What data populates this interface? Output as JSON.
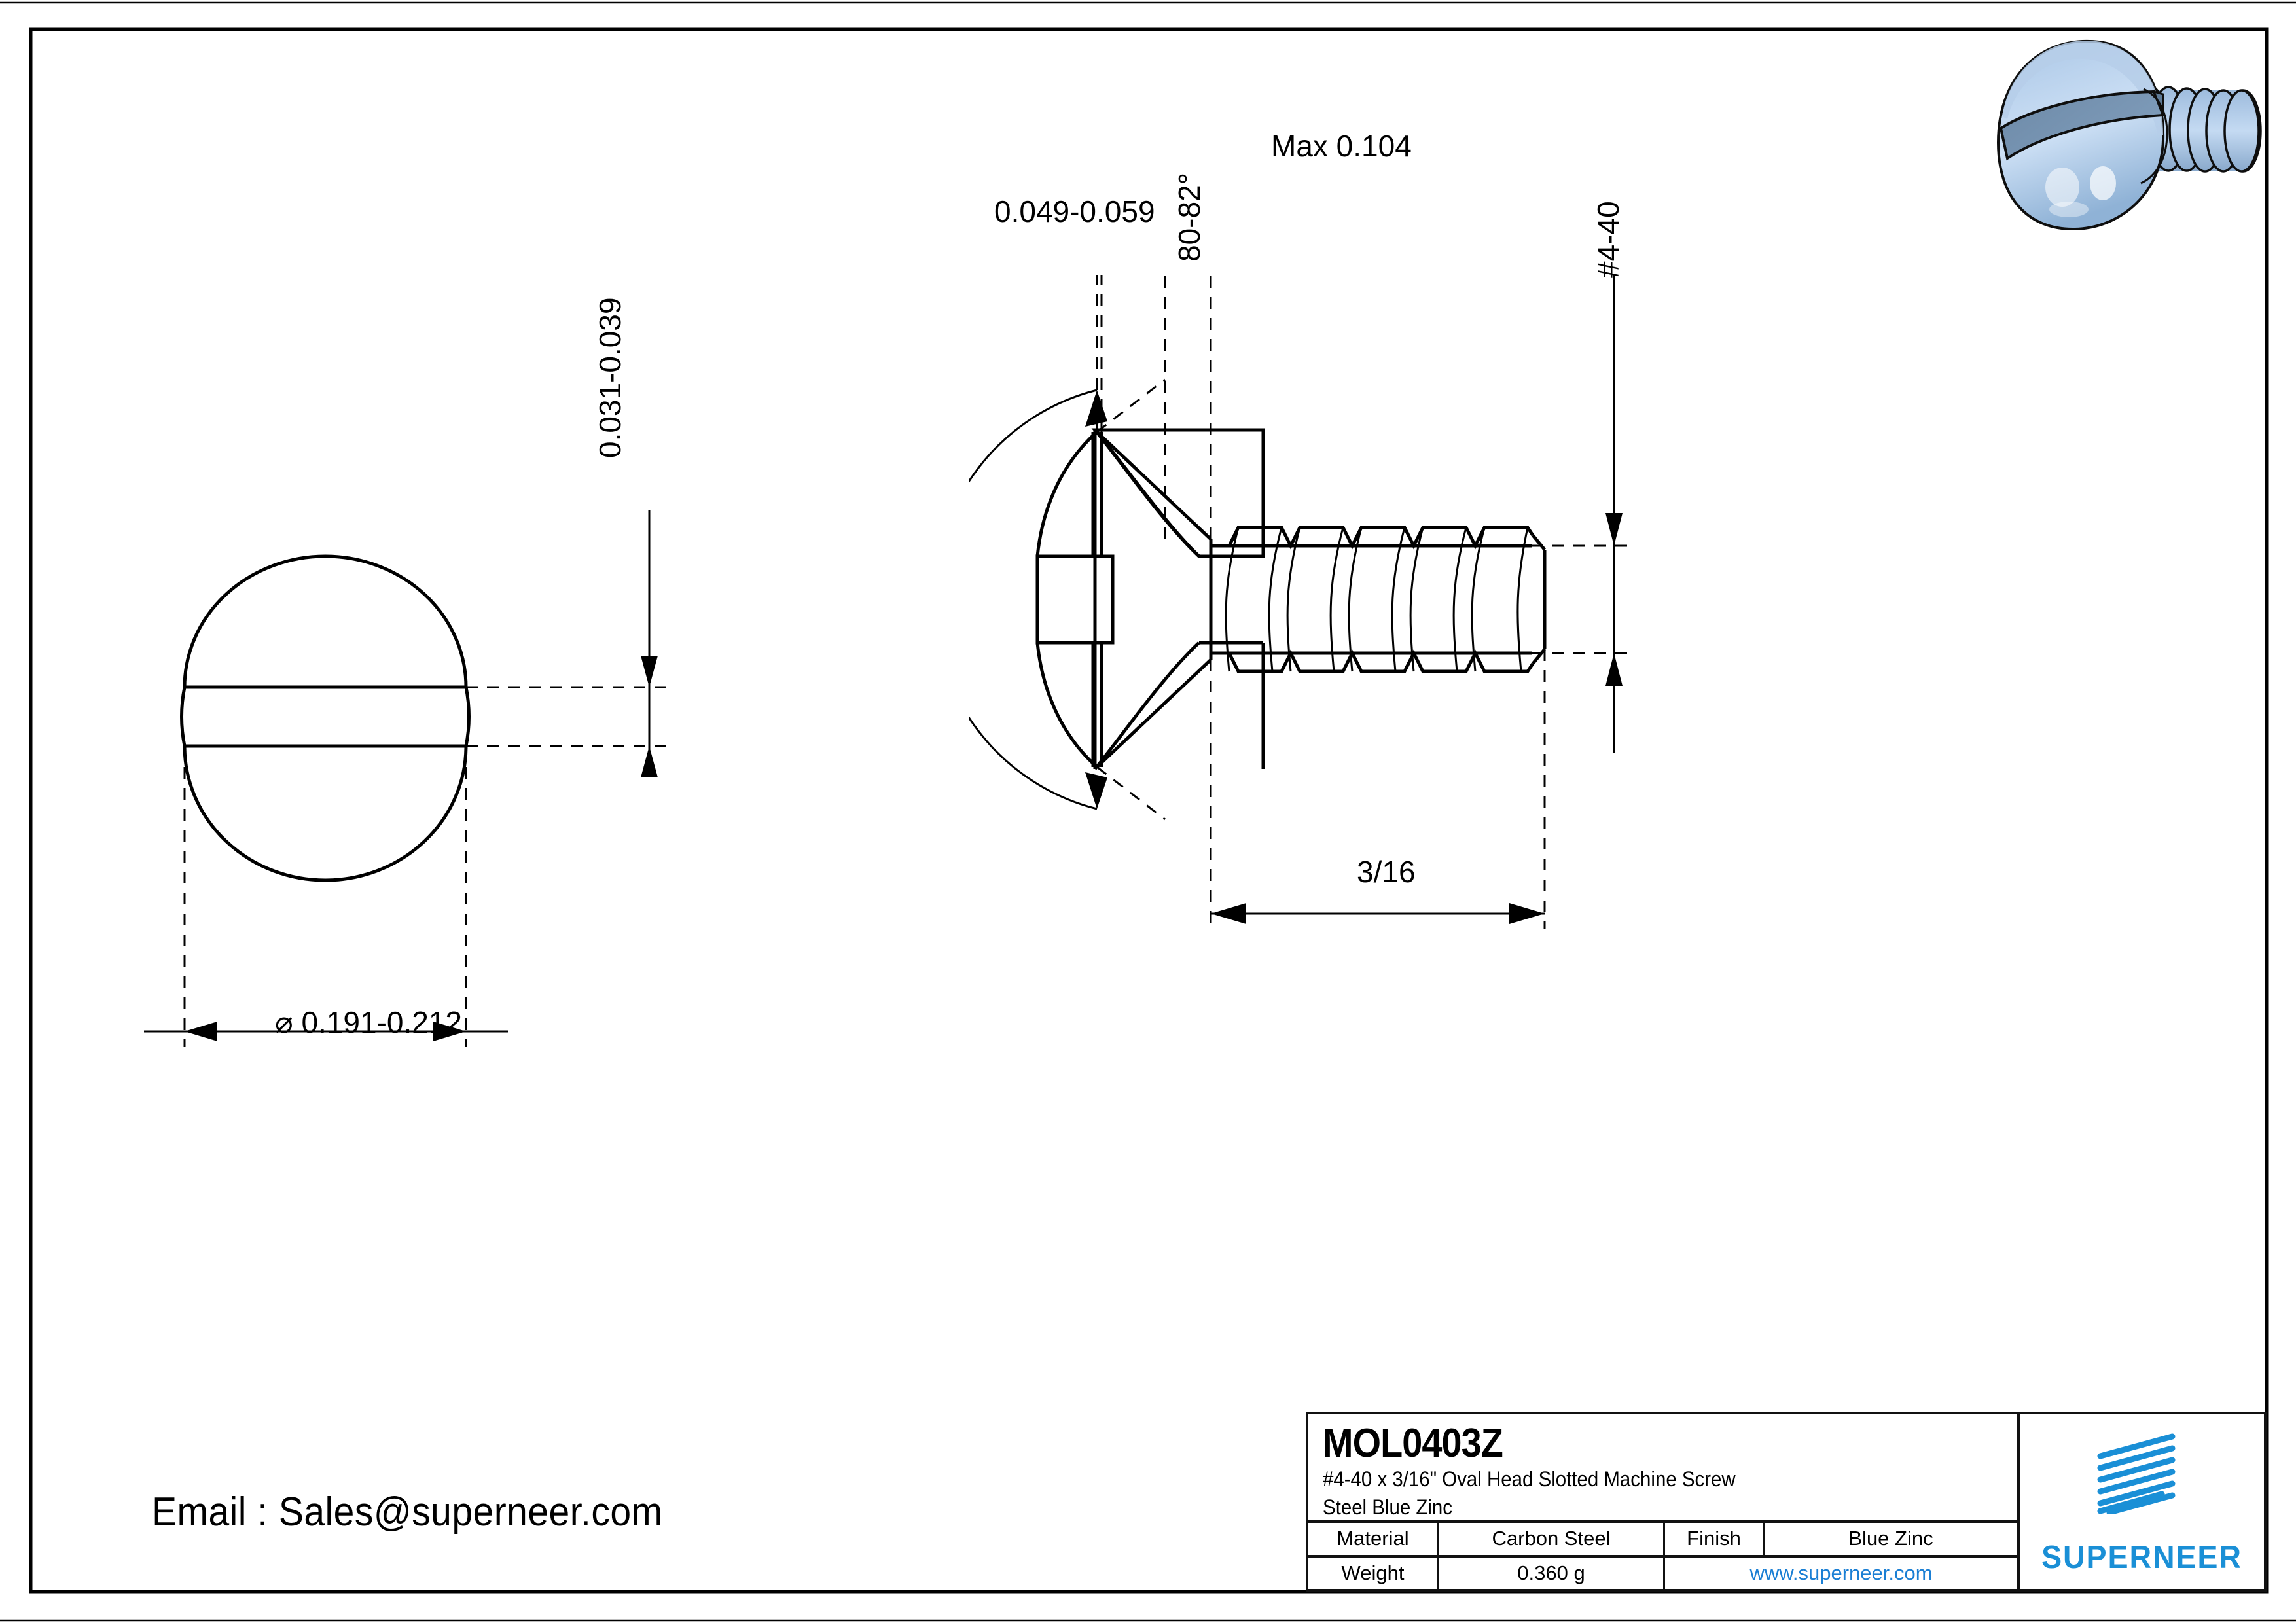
{
  "sheet": {
    "email_line": "Email : Sales@superneer.com"
  },
  "title_block": {
    "part_code": "MOL0403Z",
    "description_line1": "#4-40 x 3/16\" Oval Head Slotted Machine Screw",
    "description_line2": "Steel Blue Zinc",
    "rows": {
      "material_label": "Material",
      "material_value": "Carbon Steel",
      "finish_label": "Finish",
      "finish_value": "Blue Zinc",
      "weight_label": "Weight",
      "weight_value": "0.360 g",
      "website": "www.superneer.com"
    },
    "logo_word": "SUPERNEER",
    "brand_color": "#1a8fd6",
    "link_color": "#1a7fd4"
  },
  "drawing": {
    "front_view": {
      "name": "head-top-view",
      "dim_diameter": "⌀ 0.191-0.212",
      "dim_slot_width": "0.031-0.039"
    },
    "side_view": {
      "name": "screw-side-section-view",
      "dim_head_height": "Max 0.104",
      "dim_slot_depth": "0.049-0.059",
      "dim_head_angle": "80-82°",
      "dim_thread_size": "#4-40",
      "dim_length": "3/16"
    },
    "iso_view": {
      "name": "screw-3d-render",
      "body_color": "#8fb4dc",
      "shade_color": "#7693b0",
      "highlight_color": "#cfe0f4"
    }
  }
}
